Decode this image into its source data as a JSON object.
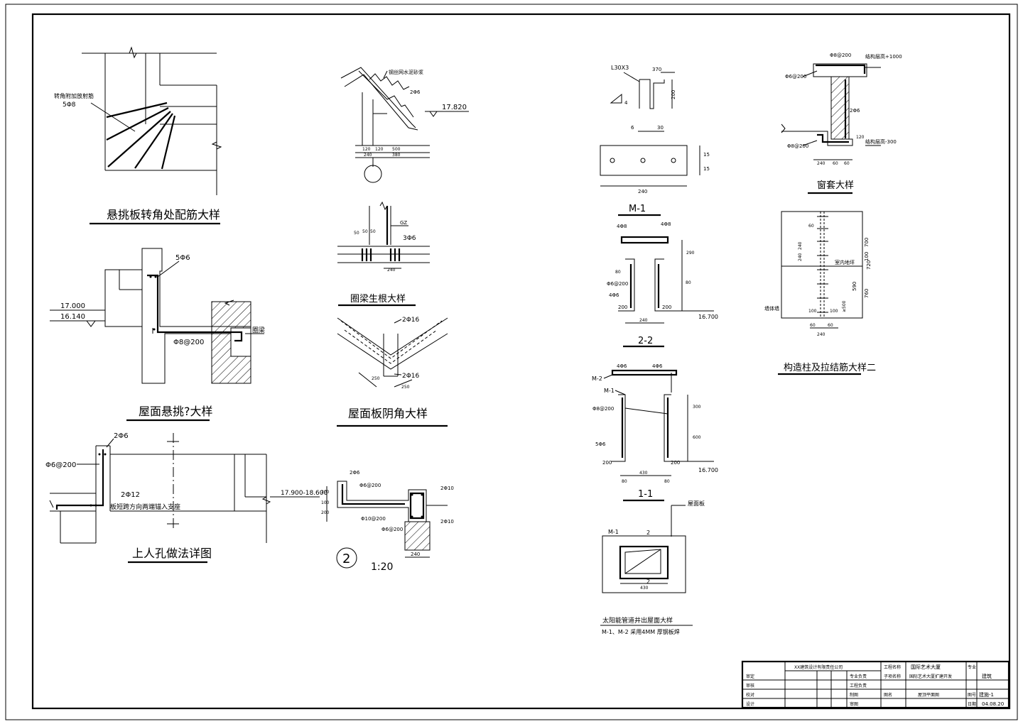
{
  "details": {
    "cantilever_corner": {
      "title": "悬挑板转角处配筋大样",
      "note": "转角附加放射筋",
      "bar": "5Φ8"
    },
    "roof_cantilever": {
      "title": "屋面悬挑?大样",
      "top_bar": "5Φ6",
      "elev_top": "17.000",
      "elev_bottom": "16.140",
      "dist_bar": "Φ8@200",
      "beam_label": "圈梁"
    },
    "manhole": {
      "title": "上人孔做法详图",
      "top_bar": "2Φ6",
      "side_bar": "Φ6@200",
      "bot_bar": "2Φ12",
      "note": "板短跨方向两端锚入支座",
      "elev": "17.900-18.600"
    },
    "eave": {
      "note": "钢丝网水泥砂浆",
      "bar": "2Φ6",
      "elev": "17.820",
      "dims": [
        "120",
        "120",
        "500",
        "240",
        "380"
      ]
    },
    "ring_beam_column": {
      "title": "圈梁生根大样",
      "gz": "GZ",
      "bar": "3Φ6",
      "dims": [
        "50",
        "50",
        "50",
        "240"
      ]
    },
    "roof_corner": {
      "title": "屋面板阴角大样",
      "bar_top": "2Φ16",
      "bar_bottom": "2Φ16",
      "dims": [
        "250",
        "250"
      ]
    },
    "section_2": {
      "index": "2",
      "scale": "1:20",
      "bars": [
        "2Φ6",
        "Φ6@200",
        "2Φ10",
        "Φ10@200",
        "Φ6@200",
        "2Φ10"
      ],
      "dims": [
        "200",
        "100",
        "200",
        "240"
      ]
    },
    "l_angle": {
      "angle": "L30X3",
      "dims": [
        "370",
        "200",
        "6",
        "30",
        "15",
        "15",
        "240"
      ],
      "mark": "4"
    },
    "m1": {
      "title": "M-1"
    },
    "sec_2_2": {
      "title": "2-2",
      "bars": [
        "4Φ8",
        "4Φ8",
        "Φ6@200",
        "4Φ6"
      ],
      "dims": [
        "80",
        "200",
        "290",
        "200",
        "240",
        "80"
      ],
      "elev": "16.700"
    },
    "sec_1_1": {
      "title": "1-1",
      "m_labels": [
        "M-2",
        "M-1"
      ],
      "bars": [
        "4Φ6",
        "4Φ6",
        "Φ8@200",
        "5Φ6"
      ],
      "dims": [
        "200",
        "200",
        "430",
        "80",
        "80",
        "300",
        "600"
      ],
      "elev": "16.700"
    },
    "solar_pipe": {
      "title": "太阳能管道井出屋面大样",
      "subtitle": "M-1、M-2 采用4MM 厚钢板焊",
      "roof_label": "屋面板",
      "m_label": "M-1",
      "mark": "2",
      "dim": "430"
    },
    "window_sill": {
      "title": "窗套大样",
      "bars": [
        "Φ8@200",
        "Φ6@200",
        "2Φ6",
        "Φ8@200"
      ],
      "elev_top": "结构层高+1000",
      "elev_bottom": "结构层高-300",
      "dims": [
        "240",
        "60",
        "60",
        "120"
      ]
    },
    "tie_column": {
      "title": "构造柱及拉结筋大样二",
      "label_left": "墙体墙",
      "label_right": "室内地坪",
      "dims": [
        "60",
        "240",
        "240",
        "720",
        "590",
        "100",
        "100",
        "≥500",
        "60",
        "60",
        "240",
        "760",
        "700",
        "100"
      ]
    }
  },
  "title_block": {
    "company": "XX建筑设计有限责任公司",
    "row_labels": [
      "审定",
      "审核",
      "校对",
      "设计"
    ],
    "col_labels": [
      "专业负责",
      "工程负责",
      "制图",
      "审图"
    ],
    "project_label": "工程名称",
    "project": "国际艺术大厦",
    "subproject_label": "子项名称",
    "subproject": "国际艺术大厦扩建开发",
    "drawing_label": "图名",
    "drawing": "屋顶平面图",
    "discipline_label": "专业",
    "discipline": "建筑",
    "sheet_label": "图号",
    "sheet_no": "建施-1",
    "date_label": "日期",
    "date": "04.08.20"
  }
}
